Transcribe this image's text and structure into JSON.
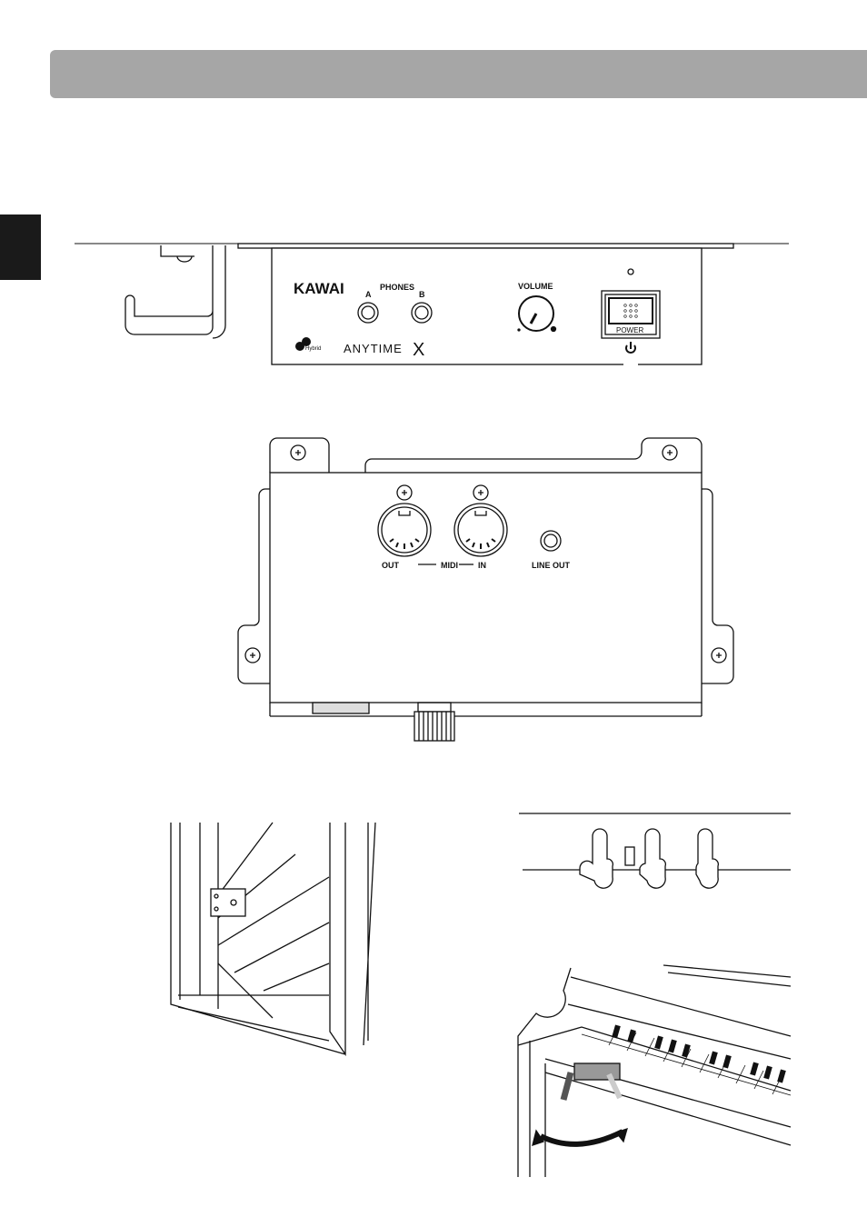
{
  "front_panel": {
    "brand": "KAWAI",
    "phones_label": "PHONES",
    "jack_a": "A",
    "jack_b": "B",
    "volume_label": "VOLUME",
    "power_label": "POWER",
    "hybrid_label": "Hybrid",
    "anytime_label": "ANYTIME",
    "anytime_x": "X"
  },
  "rear_panel": {
    "midi_out": "OUT",
    "midi_label": "MIDI",
    "midi_in": "IN",
    "line_out": "LINE OUT"
  }
}
